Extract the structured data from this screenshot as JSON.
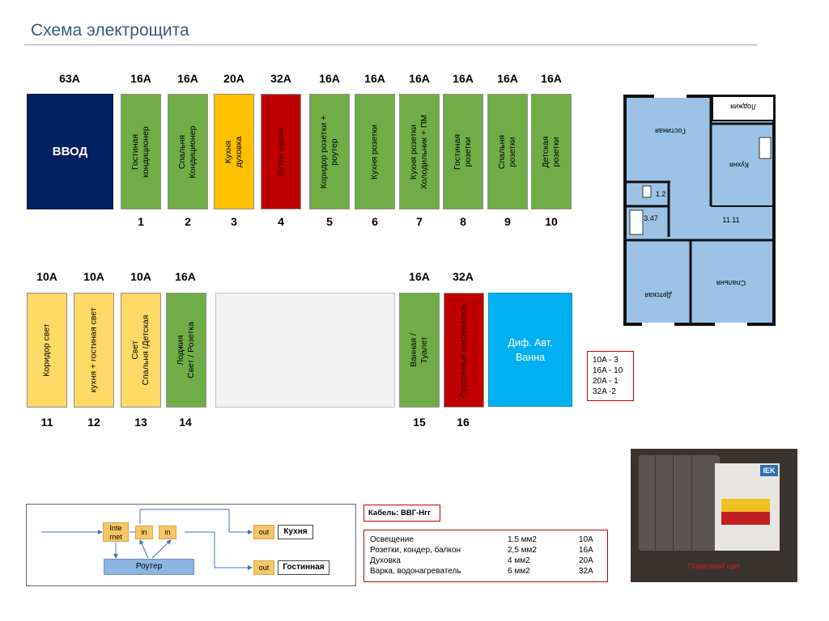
{
  "title": "Схема электрощита",
  "row1": {
    "amps": [
      "63A",
      "16A",
      "16A",
      "20A",
      "32A",
      "16A",
      "16A",
      "16A",
      "16A",
      "16A",
      "16A"
    ],
    "numbers": [
      "1",
      "2",
      "3",
      "4",
      "5",
      "6",
      "7",
      "8",
      "9",
      "10"
    ],
    "input_label": "ВВОД",
    "breakers": [
      {
        "lines": [
          "Гостиная",
          "кондиционер"
        ]
      },
      {
        "lines": [
          "Спальня",
          "Кондиционер"
        ]
      },
      {
        "lines": [
          "Кухня",
          "духовка"
        ]
      },
      {
        "lines": [
          "Кухня варка"
        ]
      },
      {
        "lines": [
          "Коридор розетки +",
          "роутер"
        ]
      },
      {
        "lines": [
          "Кухня розетки"
        ]
      },
      {
        "lines": [
          "Кухня розетки",
          "Холодильник + ПМ"
        ]
      },
      {
        "lines": [
          "Гостиная",
          "розетки"
        ]
      },
      {
        "lines": [
          "Спальня",
          "розетки"
        ]
      },
      {
        "lines": [
          "Детская",
          "розетки"
        ]
      }
    ]
  },
  "row2": {
    "amps": [
      "10A",
      "10A",
      "10A",
      "16A",
      "16A",
      "32A"
    ],
    "numbers": [
      "11",
      "12",
      "13",
      "14",
      "15",
      "16"
    ],
    "breakers": [
      {
        "lines": [
          "Коридор свет"
        ]
      },
      {
        "lines": [
          "кухня + гостиная свет"
        ]
      },
      {
        "lines": [
          "Свет",
          "Спальня /Детская"
        ]
      },
      {
        "lines": [
          "Лоджия",
          "Свет / Розетка"
        ]
      },
      {
        "lines": [
          "Ванная /",
          "Туалет"
        ]
      },
      {
        "lines": [
          "Проточный нагреватель"
        ]
      }
    ],
    "diff": [
      "Диф. Авт.",
      "Ванна"
    ]
  },
  "legend": [
    "10A - 3",
    "16A - 10",
    "20A - 1",
    "32A -2"
  ],
  "floorplan": {
    "rooms": [
      "Гостиная",
      "Лоджия",
      "Кухня",
      "Детская",
      "Спальня"
    ],
    "areas": [
      "1.2",
      "3.47",
      "11.11"
    ]
  },
  "network": {
    "internet": [
      "Inte",
      "rnet"
    ],
    "in1": "in",
    "in2": "in",
    "router": "Роутер",
    "out1": "out",
    "out2": "out",
    "dest1": "Кухня",
    "dest2": "Гостинная"
  },
  "cable": "Кабель: ВВГ-Нгг",
  "table": [
    [
      "Освещение",
      "1,5 мм2",
      "10A"
    ],
    [
      "Розетки, кондер, балкон",
      "2,5 мм2",
      "16A"
    ],
    [
      "Духовка",
      "4 мм2",
      "20A"
    ],
    [
      "Варка, водонагреватель",
      "6 мм2",
      "32A"
    ]
  ],
  "photo": {
    "brand": "IEK",
    "caption": "Подвозной щит"
  }
}
